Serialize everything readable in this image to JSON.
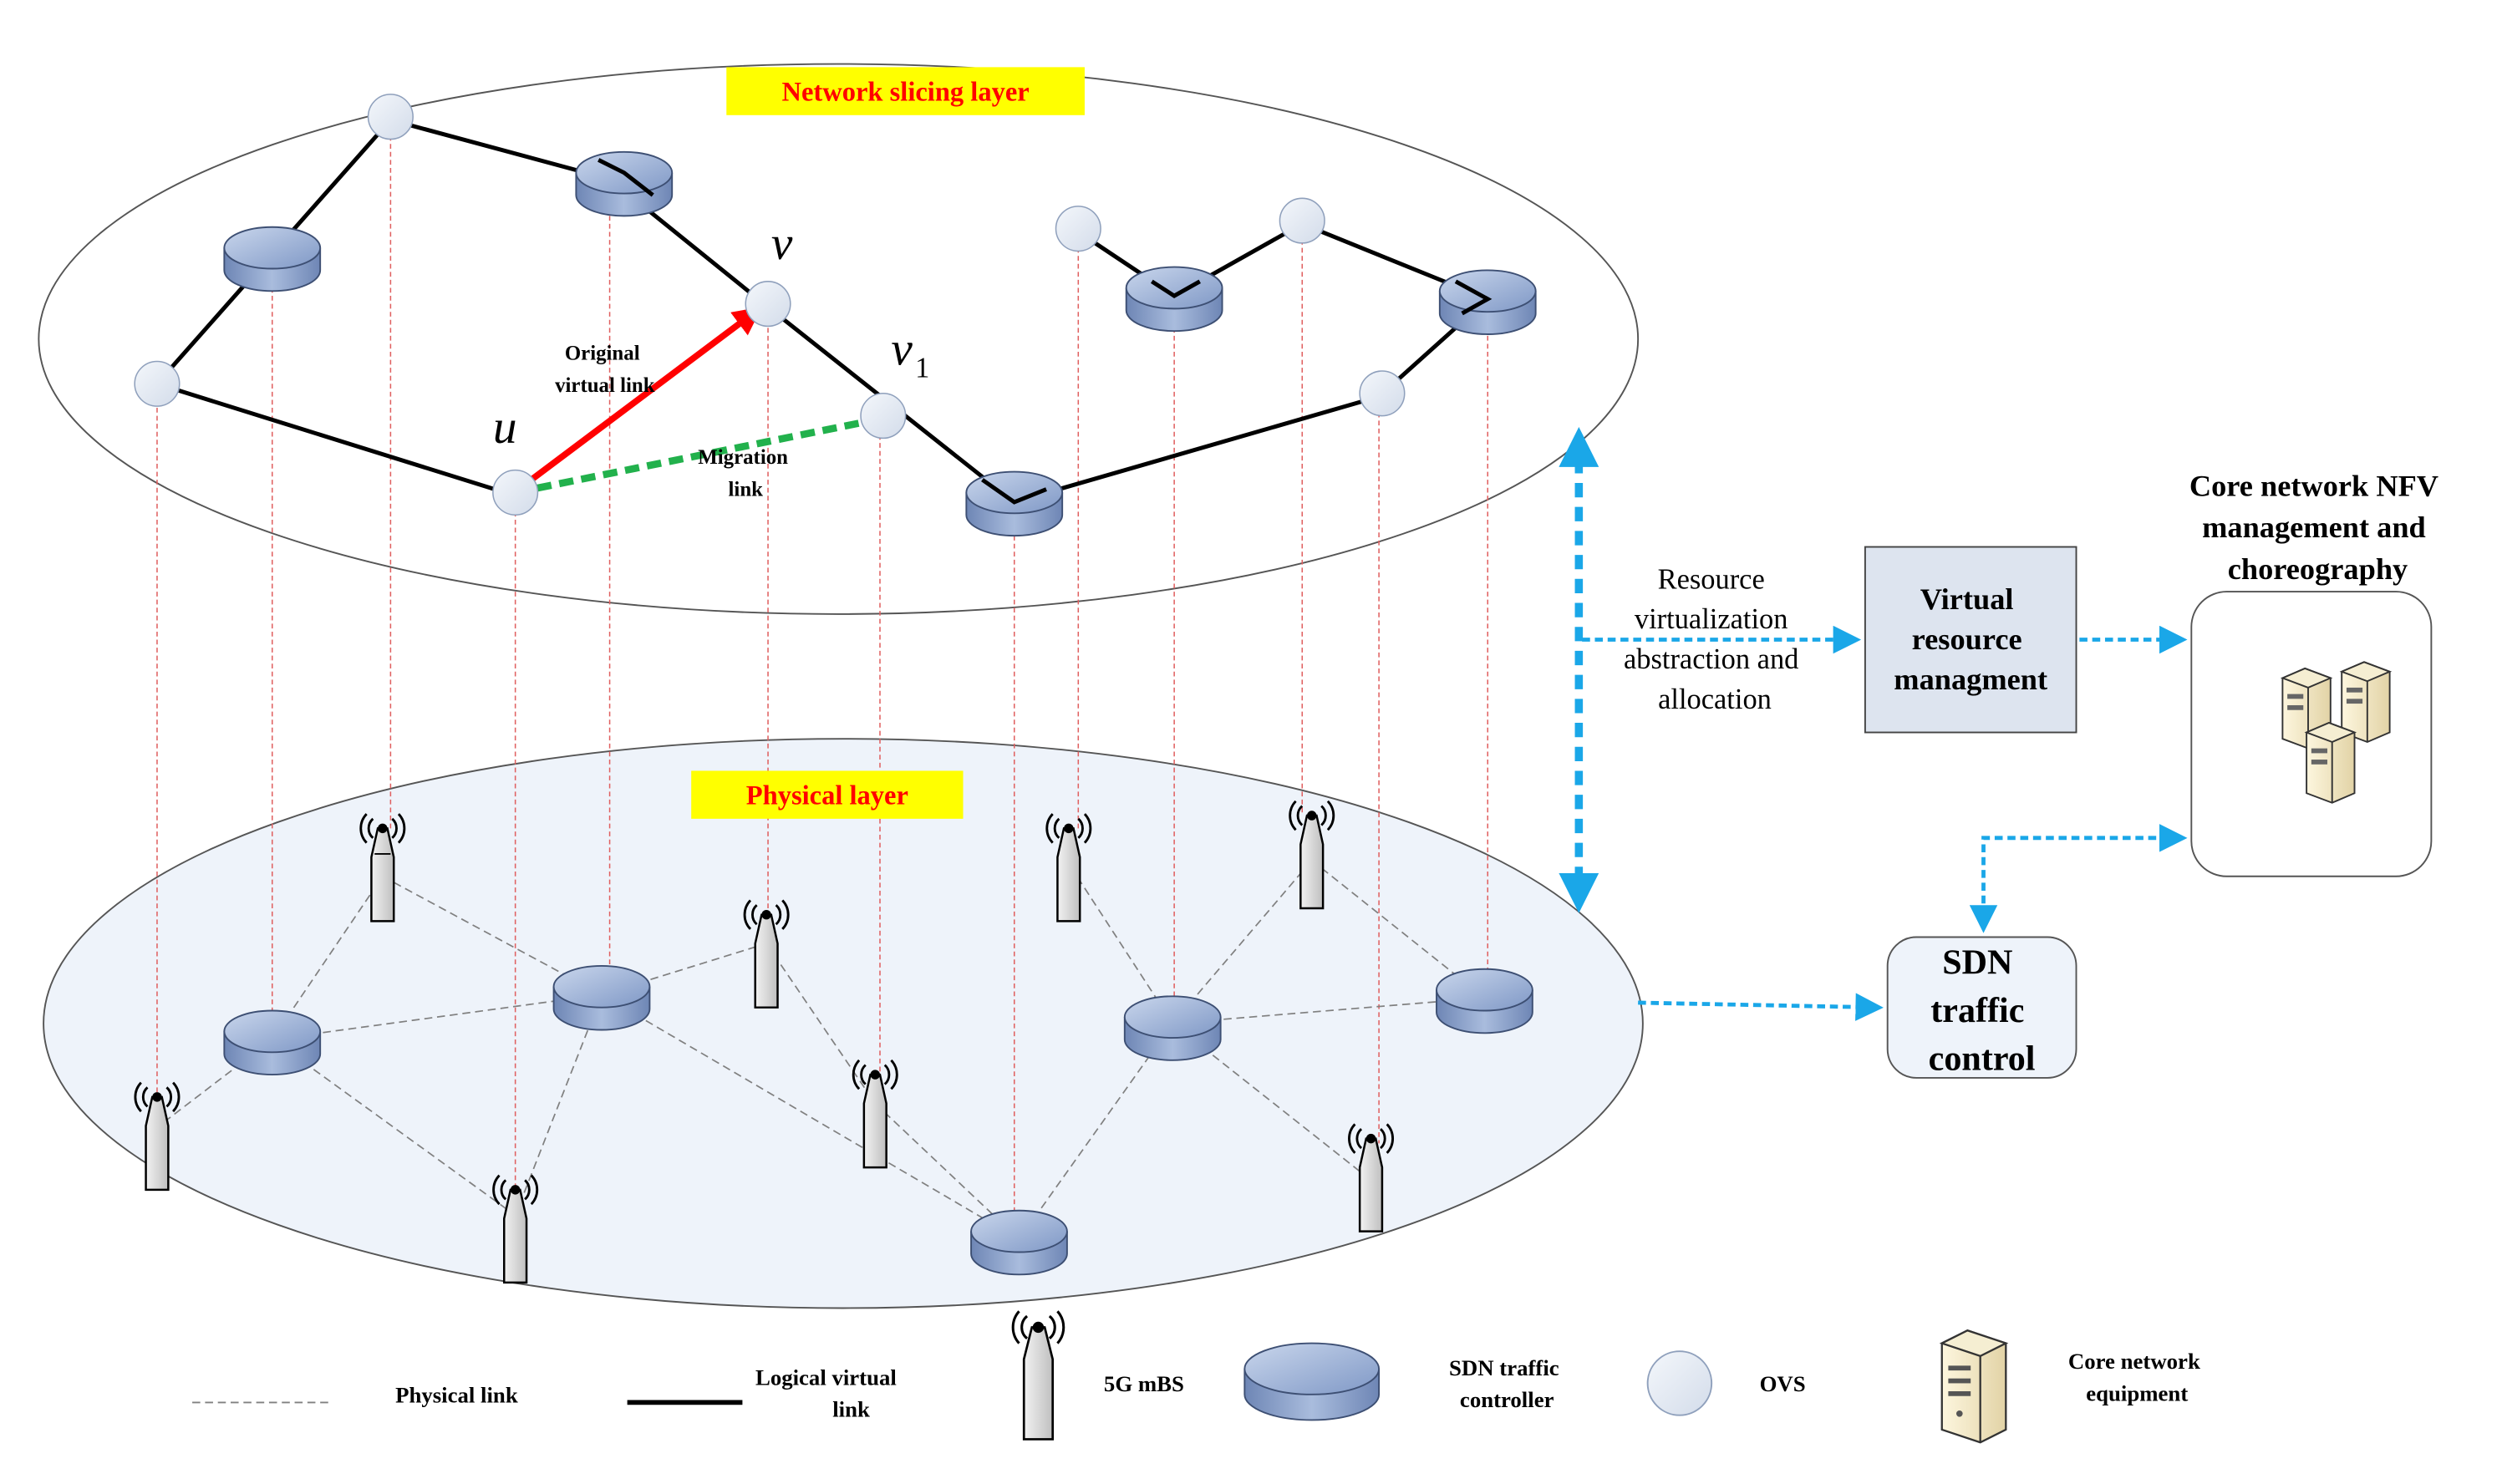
{
  "layers": {
    "slicing": "Network slicing layer",
    "physical": "Physical layer"
  },
  "labels": {
    "u": "u",
    "v": "v",
    "v1_main": "v",
    "v1_sub": "1",
    "original_link_line1": "Original",
    "original_link_line2": "virtual link",
    "migration_link_line1": "Migration",
    "migration_link_line2": "link"
  },
  "side": {
    "resource_text": [
      "Resource",
      "virtualization",
      "abstraction and",
      "allocation"
    ],
    "virtual_resource": [
      "Virtual",
      "resource",
      "managment"
    ],
    "core_title": [
      "Core network NFV",
      "management and",
      "choreography"
    ],
    "sdn_traffic": [
      "SDN",
      "traffic",
      "control"
    ]
  },
  "legend": {
    "physical_link": "Physical link",
    "logical_link_line1": "Logical virtual",
    "logical_link_line2": "link",
    "mbs": "5G mBS",
    "sdn_controller_line1": "SDN traffic",
    "sdn_controller_line2": "controller",
    "ovs": "OVS",
    "core_equipment_line1": "Core network",
    "core_equipment_line2": "equipment"
  },
  "colors": {
    "highlight_yellow": "#FFFF00",
    "layer_title_red": "#FF0000",
    "controller_fill": "#8FA6CF",
    "ovs_fill": "#E6ECF5",
    "physical_layer_fill": "#EEF3FA",
    "arrow_blue": "#1AA7E8",
    "original_link_red": "#FF0000",
    "migration_link_green": "#22B14C",
    "projection_red": "#E06060",
    "box_fill": "#DDE4EF"
  }
}
